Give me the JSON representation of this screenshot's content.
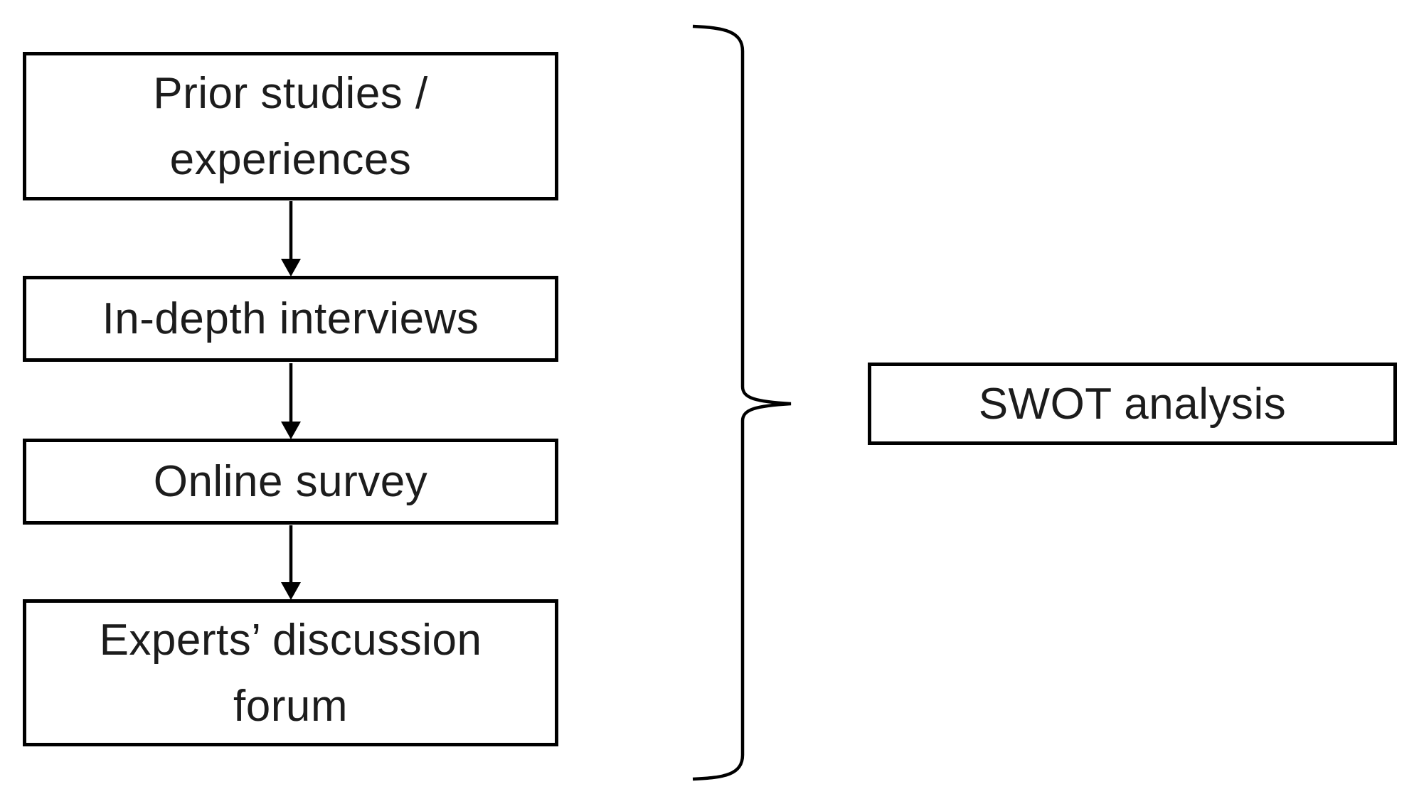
{
  "diagram": {
    "flow_boxes": [
      {
        "id": "prior-studies",
        "label": "Prior studies /\nexperiences"
      },
      {
        "id": "in-depth-interviews",
        "label": "In-depth interviews"
      },
      {
        "id": "online-survey",
        "label": "Online survey"
      },
      {
        "id": "experts-forum",
        "label": "Experts’ discussion\nforum"
      }
    ],
    "result_box": {
      "label": "SWOT analysis"
    },
    "connectors": {
      "arrow_type": "arrow-down",
      "arrow_count": 3,
      "brace_type": "right-curly-brace"
    },
    "colors": {
      "background": "#ffffff",
      "box_fill": "#ffffff",
      "box_border": "#000000",
      "text": "#1c1c1c",
      "line": "#000000"
    }
  }
}
